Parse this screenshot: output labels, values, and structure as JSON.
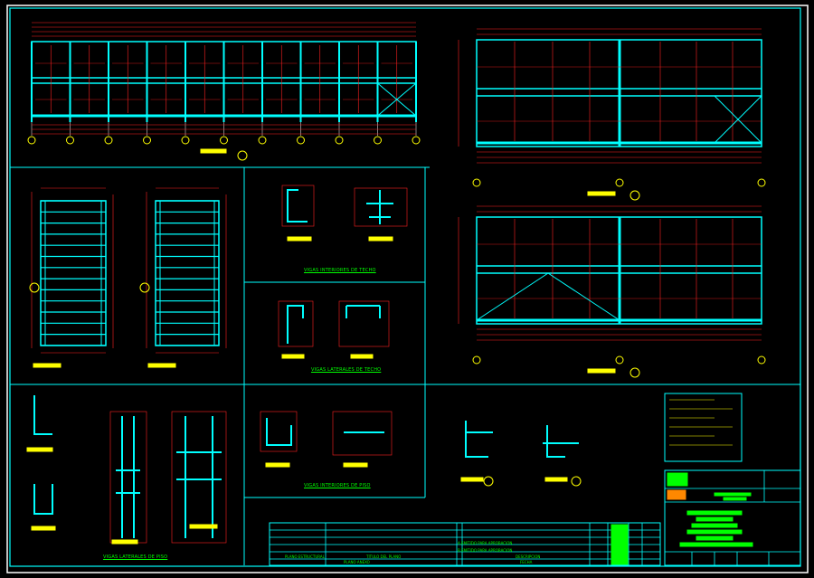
{
  "colors": {
    "background": "#000000",
    "frame": "#00ffff",
    "dimension": "#ff2020",
    "tag": "#ffff00",
    "text": "#00ff00",
    "border": "#ffffff"
  },
  "sections": {
    "roof_interior_beams": "VIGAS INTERIORES DE TECHO",
    "roof_lateral_beams": "VIGAS LATERALES DE TECHO",
    "floor_interior_beams": "VIGAS INTERIORES DE PISO",
    "floor_lateral_beams": "VIGAS LATERALES DE PISO"
  },
  "title_block": {
    "rev_a": "A  EMITIDO PARA APROBACION",
    "rev_b": "B  EMITIDO PARA APROBACION",
    "col1": "PLANO ESTRUCTURAL",
    "col2": "TITULO DEL PLANO",
    "col3": "DESCRIPCION",
    "plan": "PLANO  ANEXO",
    "date": "FECHA"
  }
}
